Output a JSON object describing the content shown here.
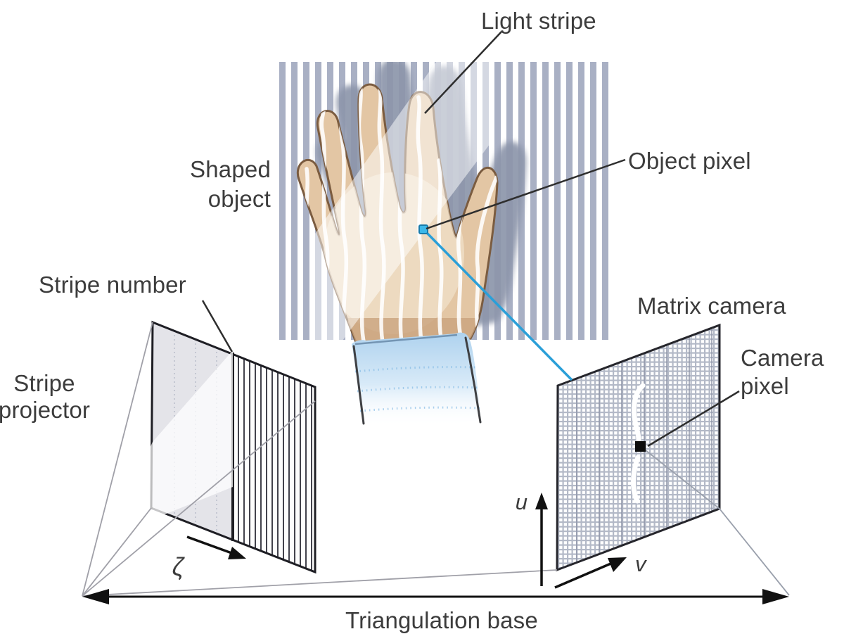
{
  "figure": {
    "description": "Structured-light triangulation 3D scanning diagram: a stripe projector casts light stripes onto a shaped object (hand) which is imaged by a matrix camera across a triangulation base",
    "labels": {
      "light_stripe": "Light stripe",
      "object_pixel": "Object pixel",
      "shaped_object_line1": "Shaped",
      "shaped_object_line2": "object",
      "stripe_number": "Stripe number",
      "stripe_projector_line1": "Stripe",
      "stripe_projector_line2": "projector",
      "matrix_camera": "Matrix camera",
      "camera_pixel_line1": "Camera",
      "camera_pixel_line2": "pixel",
      "triangulation_base": "Triangulation base",
      "axis_zeta": "ζ",
      "axis_u": "u",
      "axis_v": "v"
    },
    "colors": {
      "background_stripe": "#a9b0c4",
      "hand_shadow": "#8d96ab",
      "hand_skin": "#e3c6a4",
      "hand_outline": "#7b5c40",
      "palm_highlight": "#f2e5d0",
      "cuff_blue": "#aed2ee",
      "object_pixel_cyan": "#3cb8e9",
      "camera_ray_blue": "#2a9fd8",
      "projector_plane_gray": "#e4e4e9",
      "camera_mesh_gray": "#b3b9c7",
      "dark_line": "#2e2e2e",
      "text": "#3c3c3c"
    }
  }
}
